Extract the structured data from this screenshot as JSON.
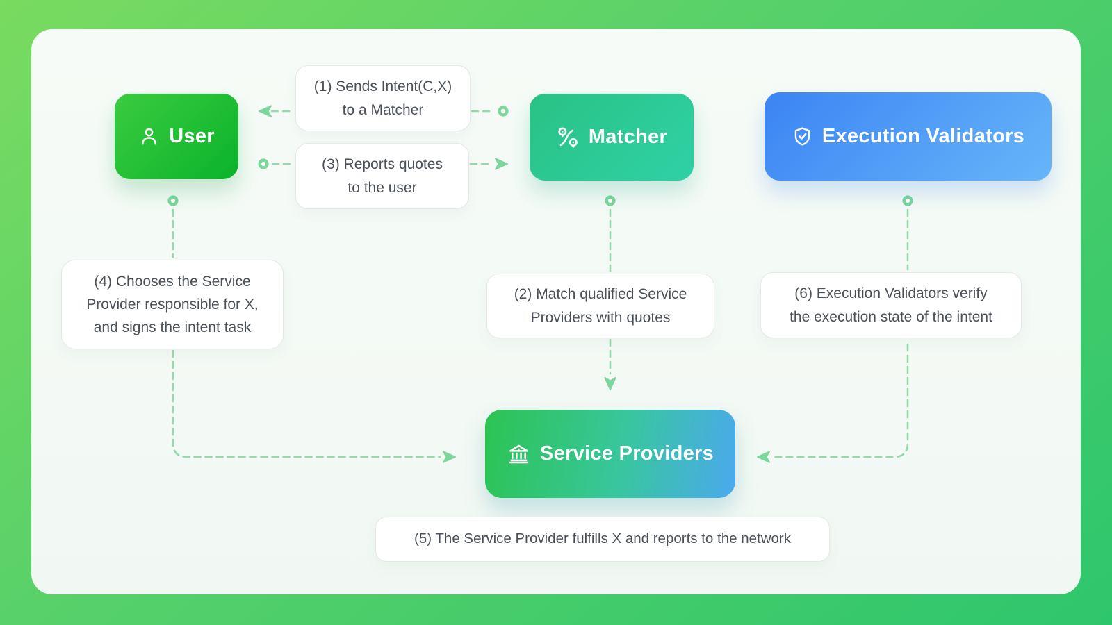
{
  "diagram": {
    "title": "Intent flow diagram",
    "background_colors": [
      "#79db60",
      "#2ec66c"
    ],
    "card_color": "#f5faf6"
  },
  "nodes": {
    "user": {
      "label": "User",
      "icon": "person-icon",
      "gradient": [
        "#3bcb40",
        "#0ab32a"
      ]
    },
    "matcher": {
      "label": "Matcher",
      "icon": "route-pins-icon",
      "gradient": [
        "#29c285",
        "#2fd1a5"
      ]
    },
    "execution_validators": {
      "label": "Execution Validators",
      "icon": "shield-check-icon",
      "gradient": [
        "#3b84f4",
        "#67b5f9"
      ]
    },
    "service_providers": {
      "label": "Service Providers",
      "icon": "bank-icon",
      "gradient": [
        "#2cc452",
        "#4ba9ee"
      ]
    }
  },
  "steps": {
    "s1": {
      "lines": [
        "(1) Sends Intent(C,X)",
        "to a Matcher"
      ]
    },
    "s2": {
      "lines": [
        "(2) Match qualified Service",
        "Providers with quotes"
      ]
    },
    "s3": {
      "lines": [
        "(3) Reports quotes",
        "to the user"
      ]
    },
    "s4": {
      "lines": [
        "(4) Chooses the Service",
        "Provider responsible for X,",
        "and signs the intent task"
      ]
    },
    "s5": {
      "lines": [
        "(5) The Service Provider fulfills X and reports to the network"
      ]
    },
    "s6": {
      "lines": [
        "(6) Execution Validators verify",
        "the execution state of the intent"
      ]
    }
  },
  "connectors": {
    "dash_color": "#92dcab",
    "marker_color": "#7dd79d",
    "style": "dashed"
  }
}
